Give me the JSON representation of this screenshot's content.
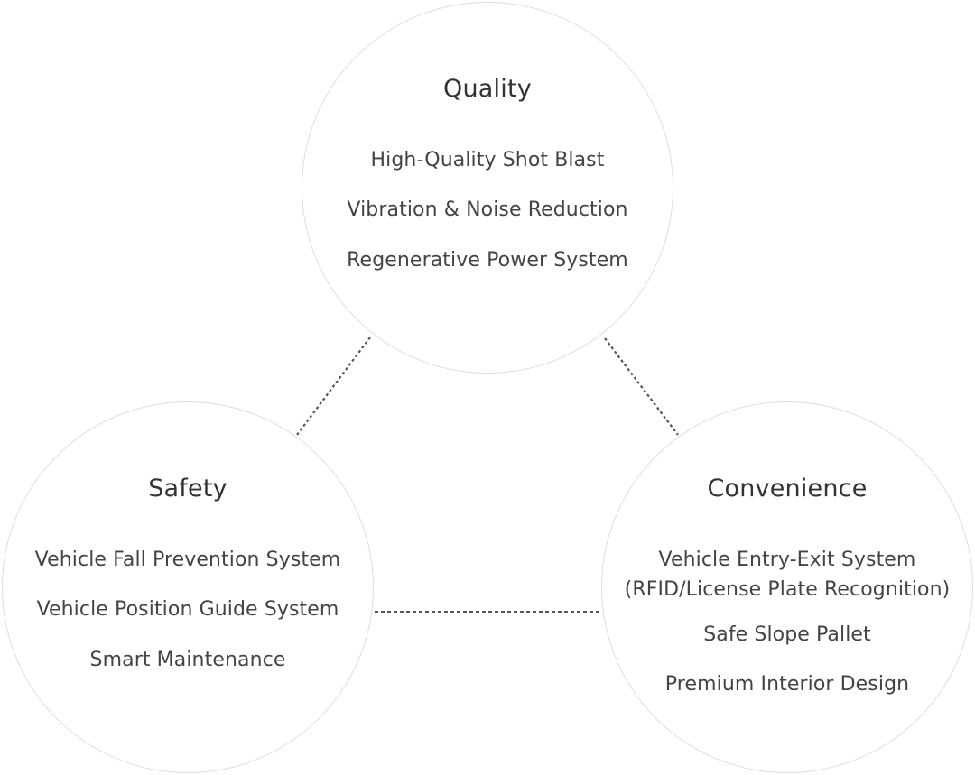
{
  "diagram": {
    "nodes": [
      {
        "id": "quality",
        "title": "Quality",
        "items": [
          "High-Quality Shot Blast",
          "Vibration & Noise Reduction",
          "Regenerative Power System"
        ]
      },
      {
        "id": "safety",
        "title": "Safety",
        "items": [
          "Vehicle Fall Prevention System",
          "Vehicle Position Guide System",
          "Smart Maintenance"
        ]
      },
      {
        "id": "convenience",
        "title": "Convenience",
        "items": [
          "Vehicle Entry-Exit System",
          "(RFID/License Plate Recognition)",
          "Safe Slope Pallet",
          "Premium Interior Design"
        ]
      }
    ],
    "connections": [
      {
        "from": "quality",
        "to": "safety",
        "style": "dotted"
      },
      {
        "from": "quality",
        "to": "convenience",
        "style": "dotted"
      },
      {
        "from": "safety",
        "to": "convenience",
        "style": "dotted"
      }
    ],
    "colors": {
      "circle_border": "#dedede",
      "title_text": "#333333",
      "item_text": "#444444",
      "connector": "#555555"
    }
  }
}
